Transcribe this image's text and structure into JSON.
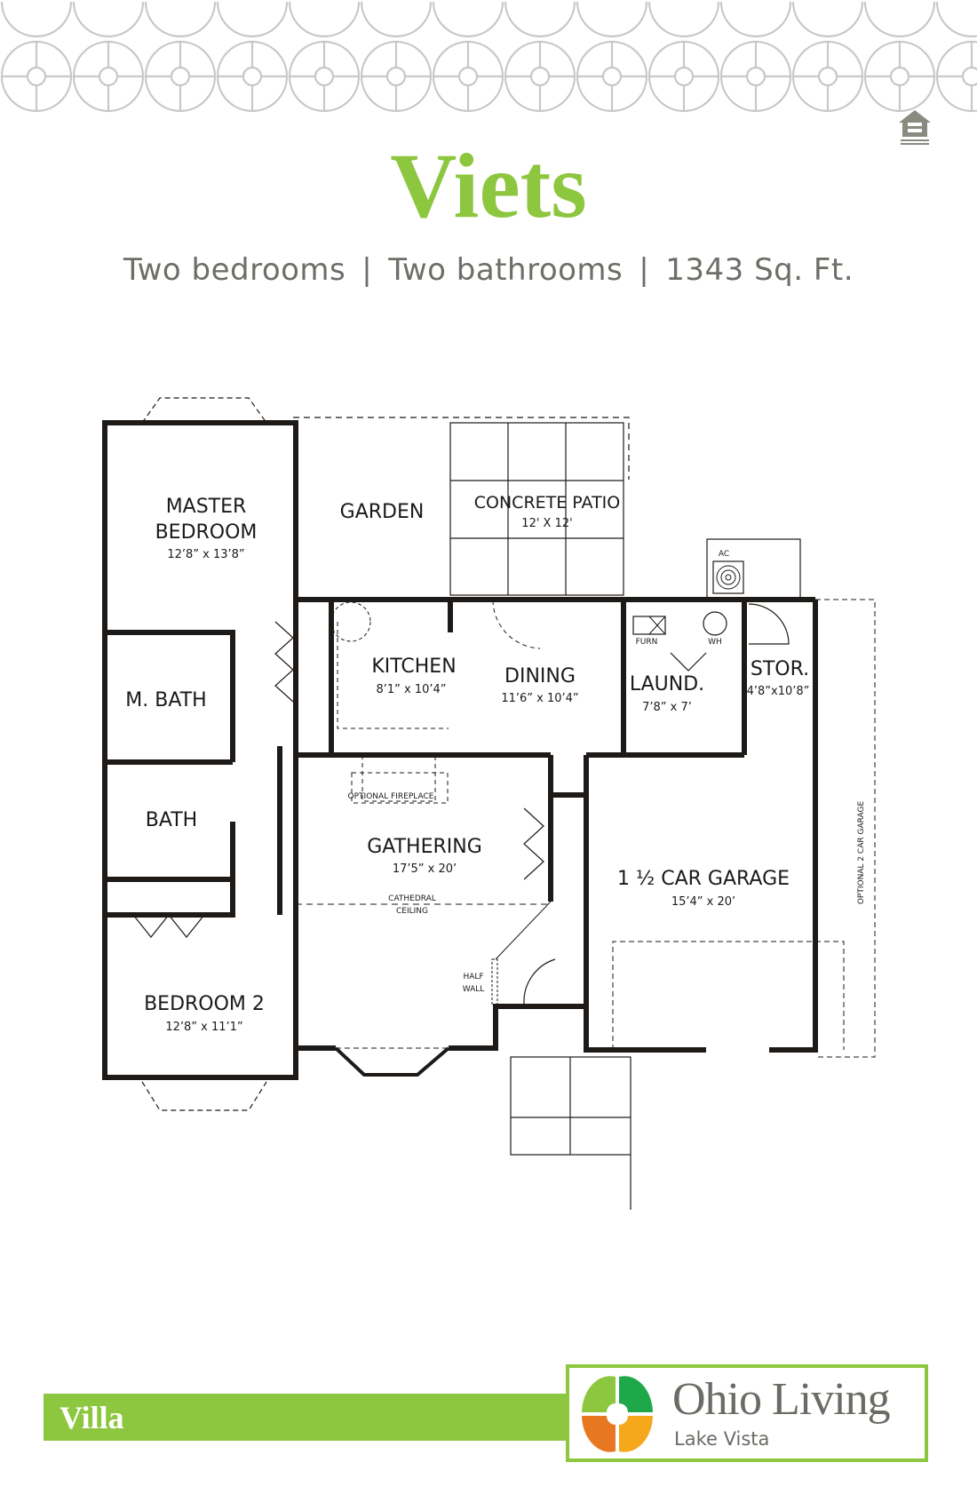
{
  "header": {
    "title": "Viets",
    "specs": [
      "Two bedrooms",
      "Two bathrooms",
      "1343 Sq. Ft."
    ],
    "separator": "|",
    "equal_housing_icon": "equal-housing-opportunity-icon"
  },
  "colors": {
    "brand_green": "#8dc63f",
    "text_gray": "#6d6e68",
    "pattern_gray": "#c8c8c8",
    "wall": "#1e1a17",
    "logo_q1": "#8dc63f",
    "logo_q2": "#1fa84a",
    "logo_q3": "#e87722",
    "logo_q4": "#f5a81c"
  },
  "floorplan": {
    "rooms": [
      {
        "name": "MASTER\nBEDROOM",
        "line1": "MASTER",
        "line2": "BEDROOM",
        "dims": "12’8” x 13’8”"
      },
      {
        "name": "GARDEN",
        "dims": ""
      },
      {
        "name": "CONCRETE PATIO",
        "dims": "12' X 12'"
      },
      {
        "name": "KITCHEN",
        "dims": "8’1” x 10’4”"
      },
      {
        "name": "DINING",
        "dims": "11’6” x 10’4”"
      },
      {
        "name": "LAUND.",
        "dims": "7’8” x 7’"
      },
      {
        "name": "STOR.",
        "dims": "4’8”x10’8”"
      },
      {
        "name": "M. BATH",
        "dims": ""
      },
      {
        "name": "BATH",
        "dims": ""
      },
      {
        "name": "GATHERING",
        "dims": "17’5” x 20’"
      },
      {
        "name": "1 ½ CAR GARAGE",
        "dims": "15’4” x 20’"
      },
      {
        "name": "BEDROOM 2",
        "dims": "12’8” x 11’1”"
      }
    ],
    "labels": {
      "ac": "AC",
      "furn": "FURN",
      "wh": "WH",
      "optional_fireplace": "OPTIONAL FIREPLACE",
      "cathedral": "CATHEDRAL",
      "ceiling": "CEILING",
      "half": "HALF",
      "wall": "WALL",
      "optional_garage": "OPTIONAL 2 CAR GARAGE"
    }
  },
  "footer": {
    "category": "Villa",
    "logo_name": "Ohio Living",
    "logo_location": "Lake Vista"
  }
}
